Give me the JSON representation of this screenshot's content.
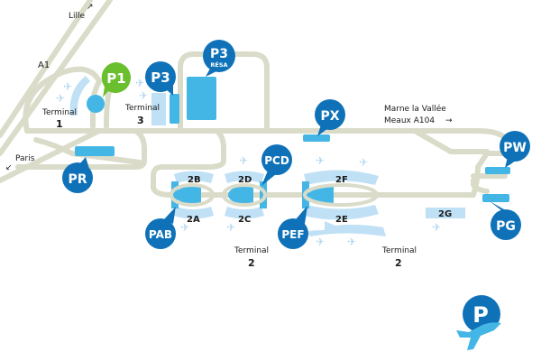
{
  "map": {
    "roads_labels": {
      "lille": "Lille",
      "a1": "A1",
      "paris": "Paris",
      "marne": "Marne la Vallée",
      "meaux": "Meaux A104"
    },
    "terminals": [
      {
        "word": "Terminal",
        "num": "1"
      },
      {
        "word": "Terminal",
        "num": "3"
      },
      {
        "word": "Terminal",
        "num": "2"
      },
      {
        "word": "Terminal",
        "num": "2"
      }
    ],
    "gates": [
      "2A",
      "2B",
      "2C",
      "2D",
      "2E",
      "2F",
      "2G"
    ],
    "parkings": [
      {
        "label": "P1",
        "sub": "",
        "color": "#6abf2e"
      },
      {
        "label": "P3",
        "sub": "",
        "color": "#0f72b8"
      },
      {
        "label": "P3",
        "sub": "RÉSA",
        "color": "#0f72b8"
      },
      {
        "label": "PX",
        "sub": "",
        "color": "#0f72b8"
      },
      {
        "label": "PR",
        "sub": "",
        "color": "#0f72b8"
      },
      {
        "label": "PCD",
        "sub": "",
        "color": "#0f72b8"
      },
      {
        "label": "PAB",
        "sub": "",
        "color": "#0f72b8"
      },
      {
        "label": "PEF",
        "sub": "",
        "color": "#0f72b8"
      },
      {
        "label": "PW",
        "sub": "",
        "color": "#0f72b8"
      },
      {
        "label": "PG",
        "sub": "",
        "color": "#0f72b8"
      }
    ],
    "logo_letter": "P",
    "colors": {
      "road": "#dadcc9",
      "lot": "#44b6e6",
      "terminal": "#bfe0f5",
      "pin": "#0f72b8",
      "p1": "#6abf2e"
    }
  }
}
